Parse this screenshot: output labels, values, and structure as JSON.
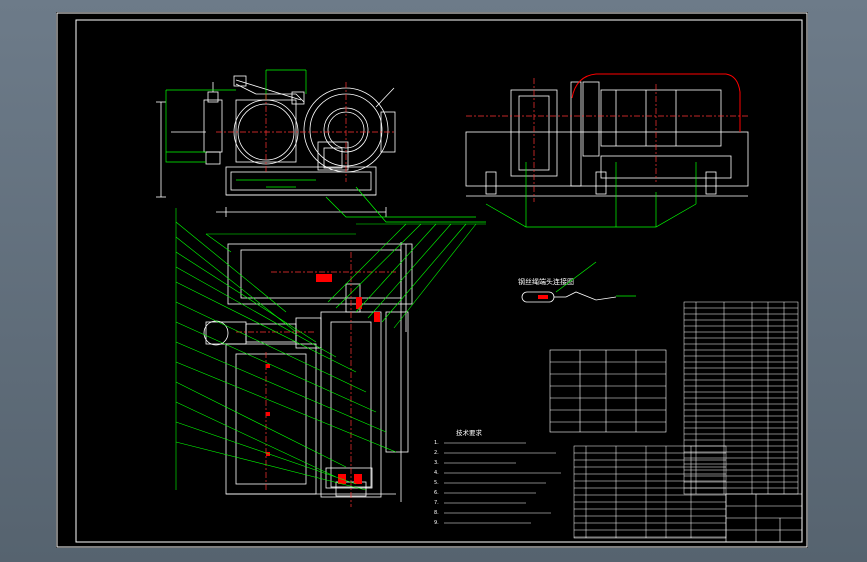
{
  "colors": {
    "background": "#5e6c7a",
    "paper": "#000000",
    "lines": "#ffffff",
    "leaders": "#00ff00",
    "centerlines": "#ff3333",
    "hatch": "#ff0000",
    "highlight": "#ff0000"
  },
  "detail_title": "钢丝绳端头连接图",
  "notes_title": "技术要求",
  "notes": [
    "1.",
    "2.",
    "3.",
    "4.",
    "5.",
    "6.",
    "7.",
    "8.",
    "9."
  ]
}
